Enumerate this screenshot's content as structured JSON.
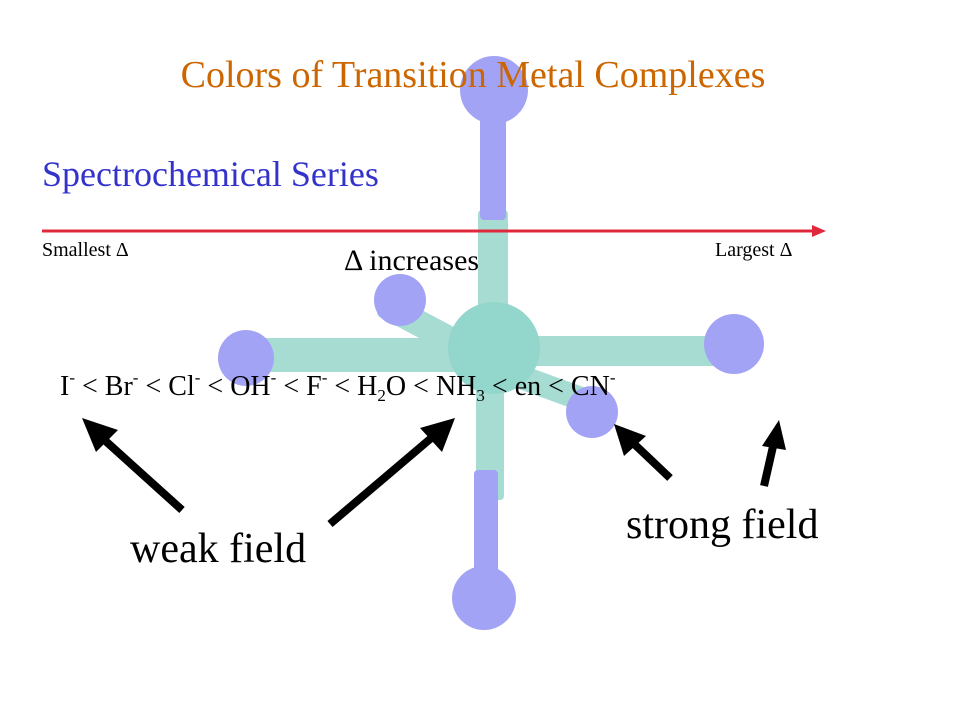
{
  "title": "Colors of Transition Metal Complexes",
  "subtitle": "Spectrochemical Series",
  "scale": {
    "left_label": "Smallest Δ",
    "right_label": "Largest Δ",
    "trend_label": "Δ increases"
  },
  "series": [
    {
      "base": "I",
      "sub": "",
      "sup": "-"
    },
    {
      "sep": " < "
    },
    {
      "base": "Br",
      "sub": "",
      "sup": "-"
    },
    {
      "sep": " < "
    },
    {
      "base": "Cl",
      "sub": "",
      "sup": "-"
    },
    {
      "sep": " < "
    },
    {
      "base": "OH",
      "sub": "",
      "sup": "-"
    },
    {
      "sep": " < "
    },
    {
      "base": "F",
      "sub": "",
      "sup": "-"
    },
    {
      "sep": " < "
    },
    {
      "base": "H",
      "sub": "2",
      "sup": "",
      "tail": "O"
    },
    {
      "sep": " < "
    },
    {
      "base": "NH",
      "sub": "3",
      "sup": ""
    },
    {
      "sep": " < "
    },
    {
      "base": "en",
      "sub": "",
      "sup": ""
    },
    {
      "sep": " < "
    },
    {
      "base": "CN",
      "sub": "",
      "sup": "-"
    }
  ],
  "labels": {
    "weak": "weak field",
    "strong": "strong field"
  },
  "colors": {
    "title": "#cc6600",
    "subtitle": "#3333cc",
    "scale_line": "#e0283c",
    "bond": "#a7dcd3",
    "atom": "#a3a3f5",
    "center": "#93d6cb",
    "text": "#000000"
  }
}
